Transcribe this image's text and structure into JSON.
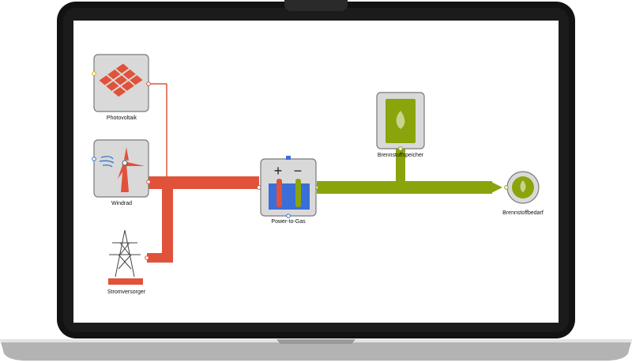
{
  "diagram": {
    "nodes": {
      "photovoltaik": "Photovoltaik",
      "windrad": "Windrad",
      "stromversorger": "Stromversorger",
      "power_to_gas": "Power-to-Gas",
      "brennstoffspeicher": "Brennstoffspeicher",
      "brennstoffbedarf": "Brennstoffbedarf"
    },
    "ptg_symbols": {
      "plus": "+",
      "minus": "−"
    }
  },
  "colors": {
    "electric": "#e0523a",
    "fuel": "#8aa40b",
    "node_bg": "#d9d9d9",
    "node_border": "#7a7a7a"
  }
}
